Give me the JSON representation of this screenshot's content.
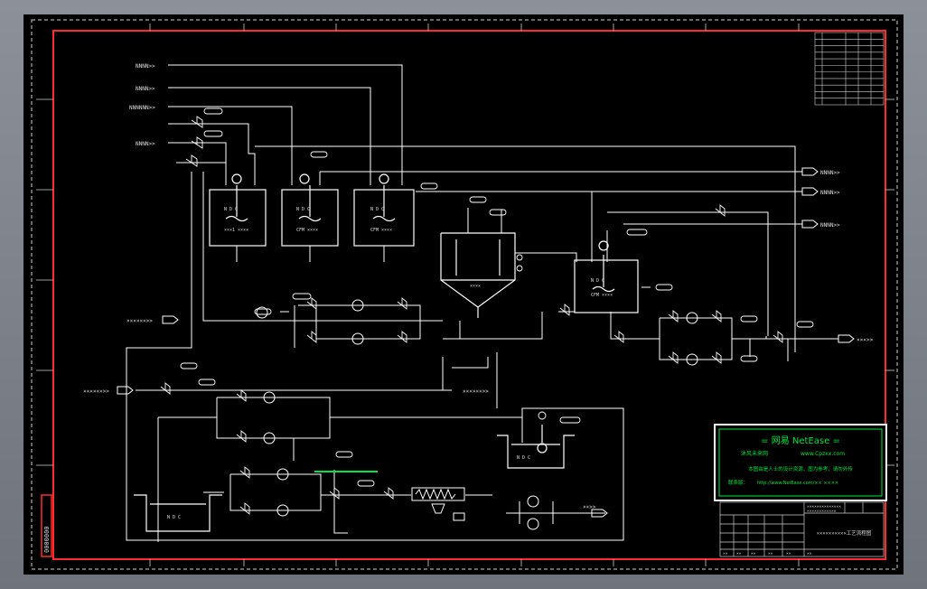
{
  "app": {
    "title": "CAD drawing viewer"
  },
  "colors": {
    "frame": "#ff2a2a",
    "line": "#ffffff",
    "canvas": "#000000",
    "watermark": "#00e63c"
  },
  "border_label": "0000000",
  "tanks": {
    "t1": {
      "code": "N D C",
      "tag": "×××1 ××××"
    },
    "t2": {
      "code": "N D C",
      "tag": "CFM ××××"
    },
    "t3": {
      "code": "N D C",
      "tag": "CFM ××××"
    },
    "clarifier": {
      "tag": "××××"
    },
    "t4": {
      "code": "N D C",
      "tag": "CFM ××××"
    },
    "sump": {
      "tag": "N D C"
    },
    "pit": {
      "tag": "N D C"
    }
  },
  "streams": {
    "in1": "NNNN>>",
    "in2": "NNNN>>",
    "in3": "NNNNNN>>",
    "in4": "NNNN>>",
    "left1": "××××××>>",
    "left2": "××××××>>",
    "mid": "××××××>>",
    "r1": "NNNN>>",
    "r2": "NNNN>>",
    "r3": "NNNN>>",
    "out": "×××>>",
    "bot": "××>>"
  },
  "watermark": {
    "title": "= 网易 NetEase =",
    "line1": "沐风未来网",
    "url": "www.Cpzxx.com",
    "line2": "本图由是人士的设计资源，图为参考，请勿外传",
    "line3": "联系版：",
    "line3b": "http://www.NetEase.com/×× ××××"
  },
  "title_block": {
    "drawing_name": "××××××××××工艺流程图",
    "row_a": "××××××××××××××",
    "row_b": "××××××××××××",
    "cells": [
      "××",
      "××",
      "××",
      "××",
      "××",
      "××"
    ]
  },
  "legend_rows": 11
}
